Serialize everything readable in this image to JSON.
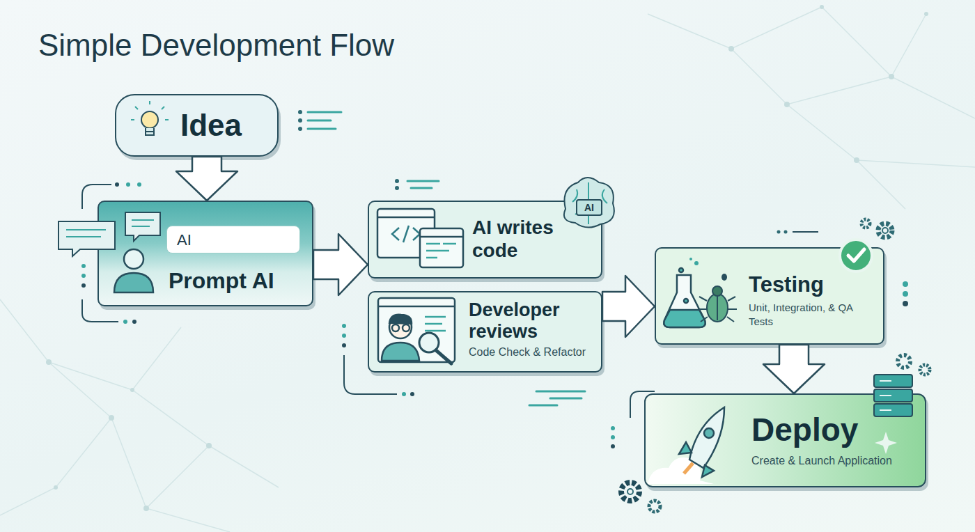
{
  "diagram": {
    "title": "Simple Development Flow",
    "nodes": [
      {
        "text": [
          "Idea"
        ]
      },
      {
        "text": [
          "AI",
          "Prompt AI"
        ]
      },
      {
        "text": [
          "AI writes code"
        ]
      },
      {
        "text": [
          "Developer reviews",
          "Code Check & Refactor"
        ]
      },
      {
        "text": [
          "Testing",
          "Unit, Integration, & QA Tests"
        ]
      },
      {
        "text": [
          "Deploy",
          "Create & Launch Application"
        ]
      }
    ],
    "edges": [
      {
        "from": 0,
        "to": 1,
        "arrow": "to"
      },
      {
        "from": 1,
        "to": 2,
        "arrow": "to"
      },
      {
        "from": 3,
        "to": 4,
        "arrow": "to"
      },
      {
        "from": 4,
        "to": 5,
        "arrow": "to"
      }
    ],
    "labels": [
      "AI"
    ]
  }
}
